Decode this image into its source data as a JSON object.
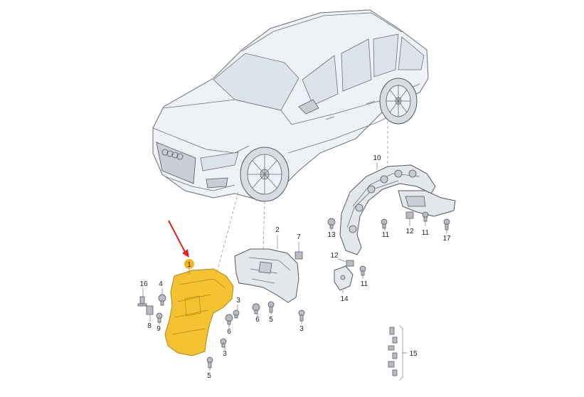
{
  "labels": {
    "part_1": "1",
    "part_2": "2",
    "part_3a": "3",
    "part_3b": "3",
    "part_3c": "3",
    "part_4": "4",
    "part_5a": "5",
    "part_5b": "5",
    "part_6a": "6",
    "part_6b": "6",
    "part_7": "7",
    "part_8": "8",
    "part_9": "9",
    "part_10": "10",
    "part_11a": "11",
    "part_11b": "11",
    "part_11c": "11",
    "part_12a": "12",
    "part_12b": "12",
    "part_13": "13",
    "part_14": "14",
    "part_15": "15",
    "part_16": "16",
    "part_17": "17"
  },
  "colors": {
    "highlight_part": "#f2c230",
    "highlight_badge": "#f2b71a",
    "arrow": "#e02020"
  }
}
